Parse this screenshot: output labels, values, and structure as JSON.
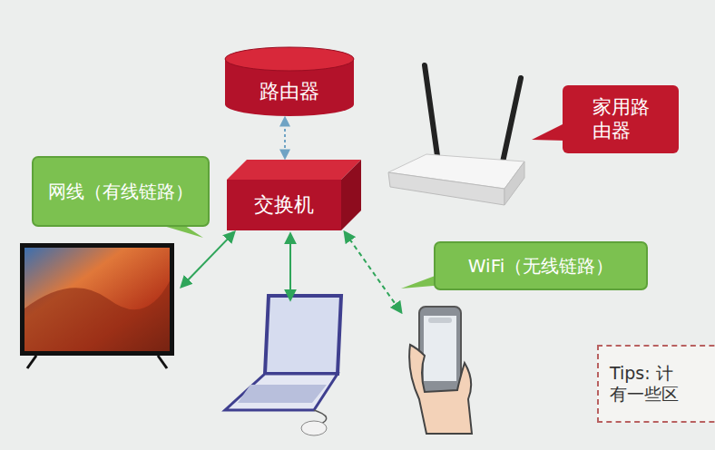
{
  "diagram": {
    "nodes": [
      {
        "text": [
          "路由器"
        ]
      },
      {
        "text": [
          "家用路由器"
        ]
      },
      {
        "text": [
          "网线（有线链路）"
        ]
      },
      {
        "text": [
          "交换机"
        ]
      },
      {
        "text": [
          "WiFi（无线链路）"
        ]
      },
      {
        "text": [
          "Tips: 计",
          "有一些区"
        ]
      }
    ],
    "edges": [
      {
        "from": 0,
        "to": 3,
        "arrow": "both"
      }
    ]
  }
}
